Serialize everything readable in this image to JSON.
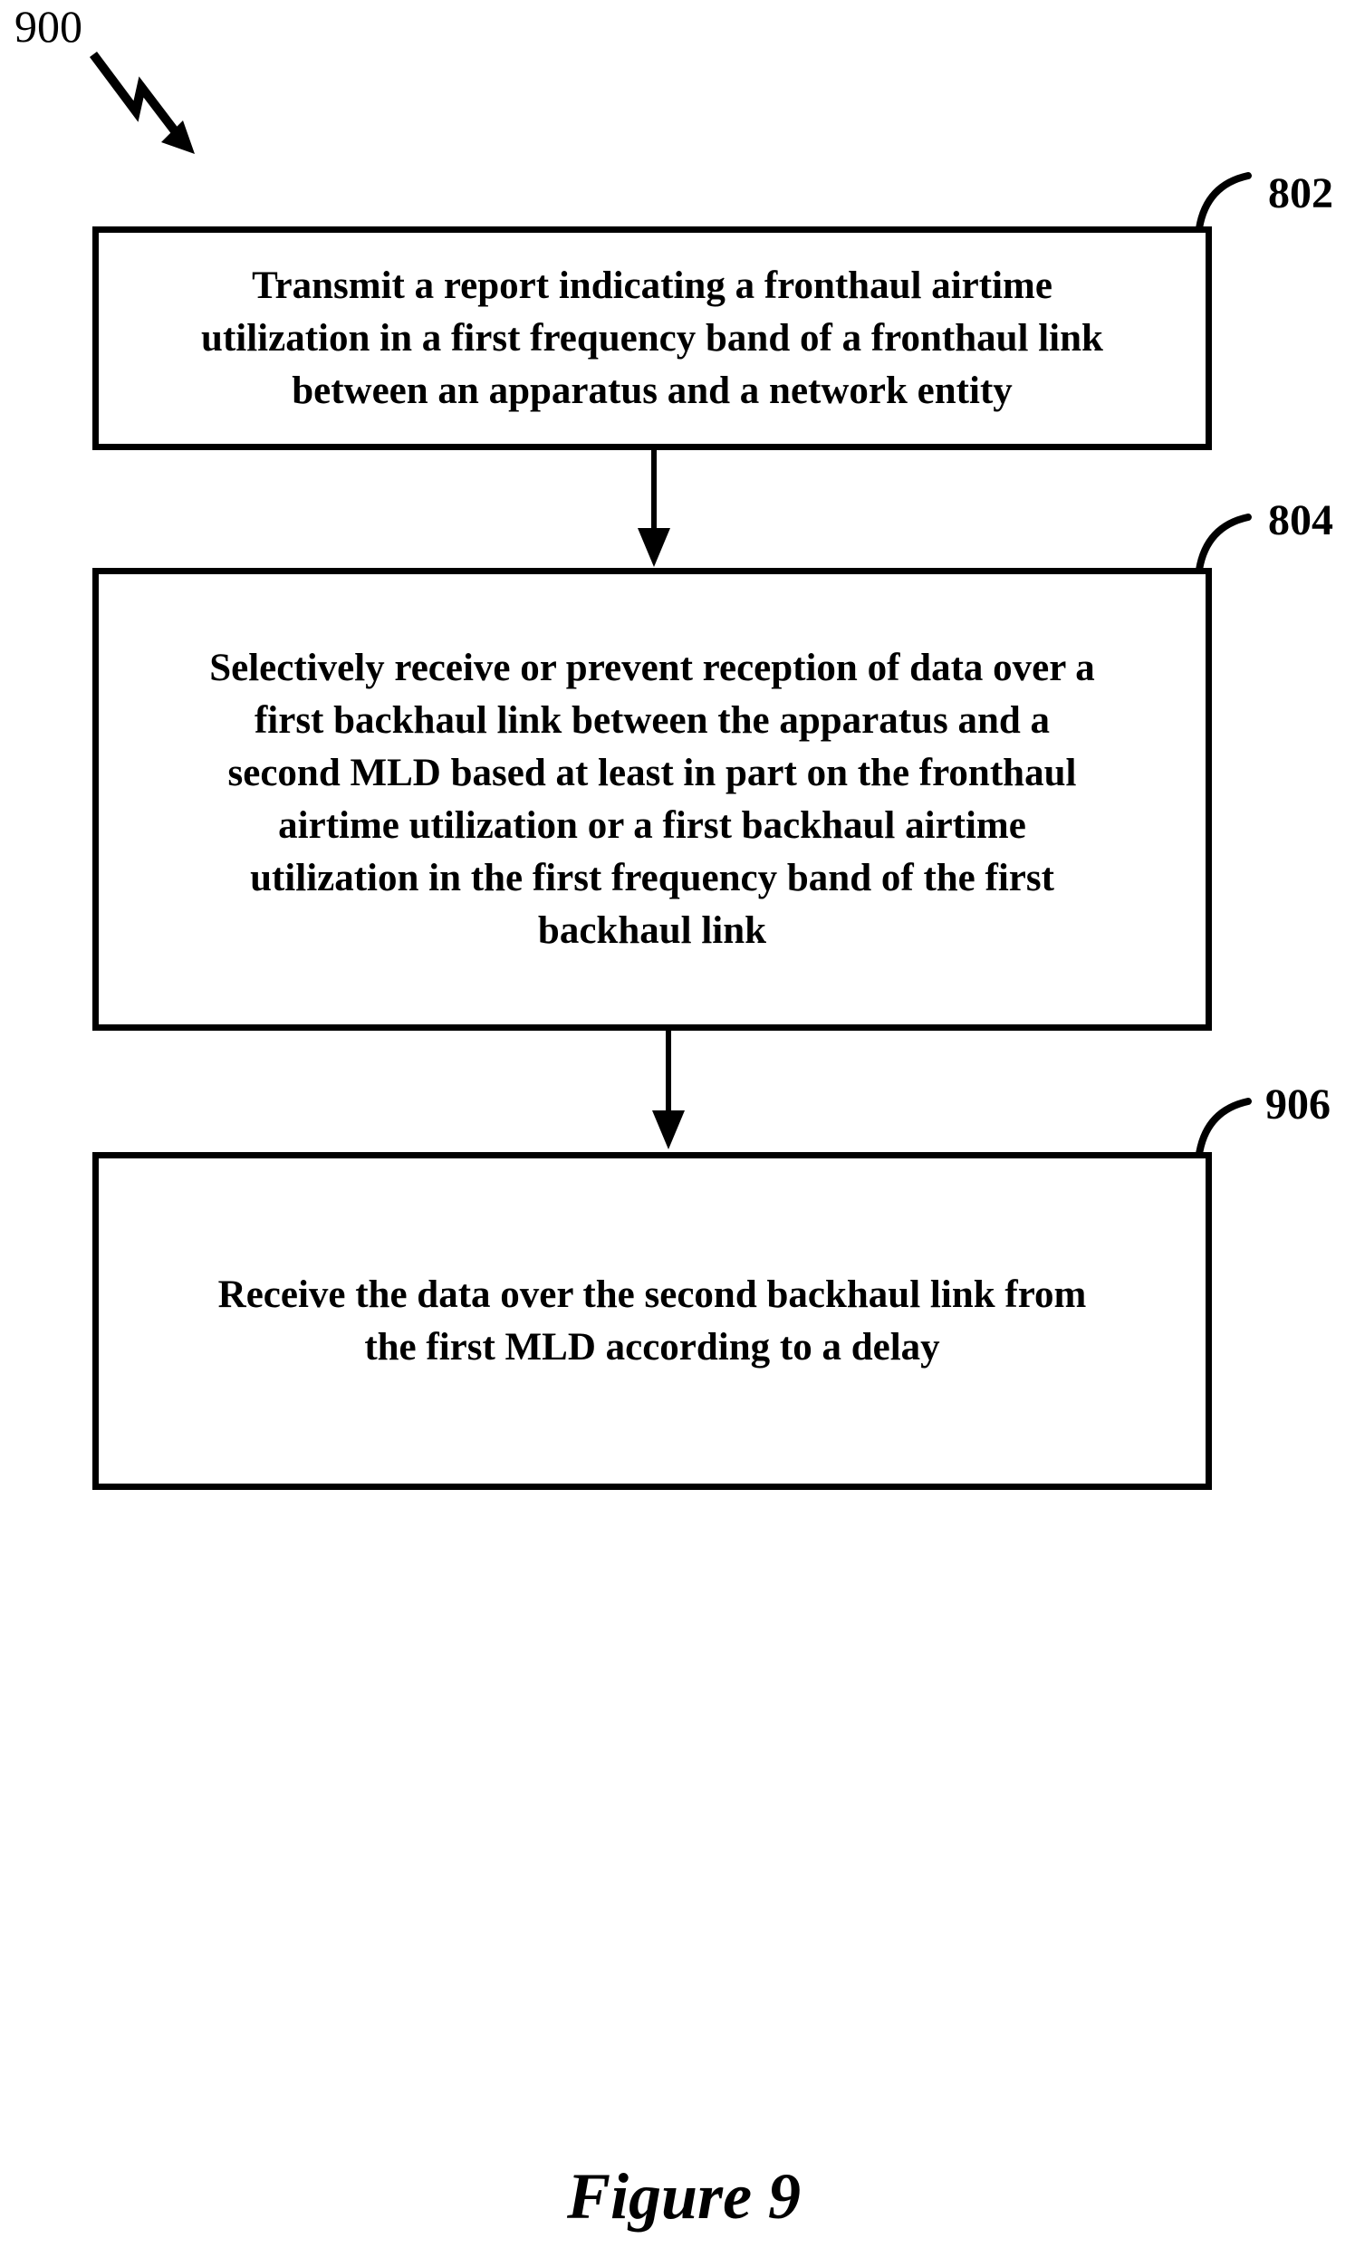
{
  "colors": {
    "ink": "#000000",
    "paper": "#ffffff"
  },
  "figure": {
    "reference_number": "900",
    "caption": "Figure 9",
    "steps": [
      {
        "ref": "802",
        "lines": [
          "Transmit a report indicating a fronthaul airtime",
          "utilization in a first frequency band of a fronthaul link",
          "between an apparatus and a network entity"
        ]
      },
      {
        "ref": "804",
        "lines": [
          "Selectively receive or prevent reception of data over a",
          "first backhaul link between the apparatus and a",
          "second MLD based at least in part on the fronthaul",
          "airtime utilization or a first backhaul airtime",
          "utilization in the first frequency band of the first",
          "backhaul link"
        ]
      },
      {
        "ref": "906",
        "lines": [
          "Receive the data over the second backhaul link from",
          "the first MLD according to a delay"
        ]
      }
    ]
  }
}
